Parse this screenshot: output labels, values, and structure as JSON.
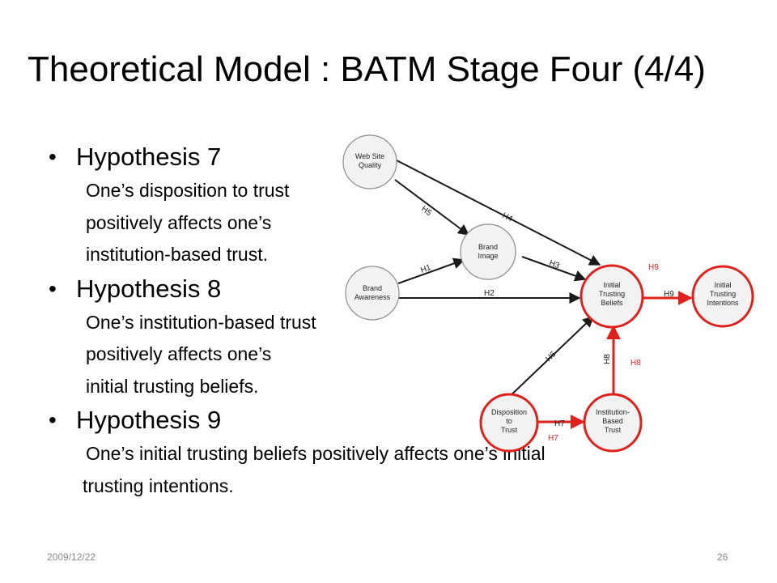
{
  "slide": {
    "title": "Theoretical Model : BATM Stage Four (4/4)",
    "date": "2009/12/22",
    "page_number": "26"
  },
  "hypotheses": [
    {
      "heading": "Hypothesis 7",
      "lines": [
        "One’s disposition to trust",
        "positively affects one’s",
        "institution-based trust."
      ]
    },
    {
      "heading": "Hypothesis 8",
      "lines": [
        "One’s institution-based trust",
        "positively affects one’s",
        "initial trusting beliefs."
      ]
    },
    {
      "heading": "Hypothesis 9",
      "lines": [
        "One’s initial trusting beliefs positively affects one’s initial",
        "trusting intentions."
      ]
    }
  ],
  "diagram": {
    "nodes": {
      "web_site_quality": [
        "Web Site",
        "Quality"
      ],
      "brand_image": [
        "Brand",
        "Image"
      ],
      "brand_awareness": [
        "Brand",
        "Awareness"
      ],
      "initial_trusting_beliefs": [
        "Initial",
        "Trusting",
        "Beliefs"
      ],
      "initial_trusting_intentions": [
        "Initial",
        "Trusting",
        "Intentions"
      ],
      "disposition_to_trust": [
        "Disposition",
        "to",
        "Trust"
      ],
      "institution_based_trust": [
        "Institution-",
        "Based",
        "Trust"
      ]
    },
    "edge_labels": {
      "h1": "H1",
      "h2": "H2",
      "h3": "H3",
      "h4": "H4",
      "h5": "H5",
      "h6": "H6",
      "h7": "H7",
      "h8": "H8",
      "h9": "H9"
    },
    "highlight_labels": {
      "h7": "H7",
      "h8": "H8",
      "h9": "H9"
    },
    "colors": {
      "highlight": "#e0201b",
      "node_fill": "#f2f2f2",
      "edge": "#1a1a1a"
    }
  }
}
